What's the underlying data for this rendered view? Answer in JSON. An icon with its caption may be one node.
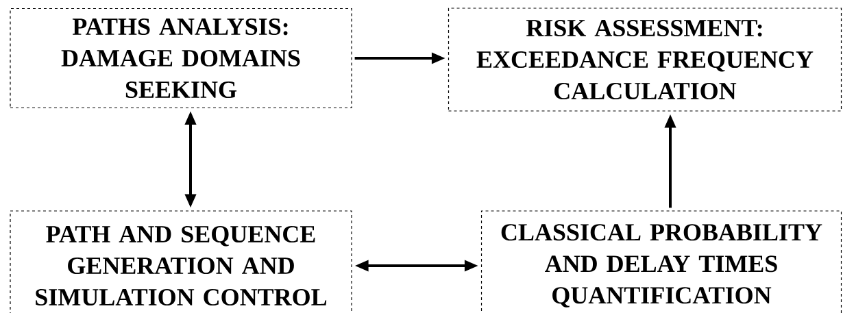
{
  "diagram": {
    "nodes": [
      {
        "text": [
          "PATHS ANALYSIS: DAMAGE DOMAINS SEEKING"
        ]
      },
      {
        "text": [
          "RISK ASSESSMENT: EXCEEDANCE FREQUENCY CALCULATION"
        ]
      },
      {
        "text": [
          "PATH AND SEQUENCE GENERATION AND SIMULATION CONTROL"
        ]
      },
      {
        "text": [
          "CLASSICAL PROBABILITY AND DELAY TIMES QUANTIFICATION"
        ]
      }
    ],
    "edges": [
      {
        "from": 0,
        "to": 1,
        "arrow": "to"
      },
      {
        "from": 0,
        "to": 2,
        "arrow": "both"
      },
      {
        "from": 2,
        "to": 3,
        "arrow": "both"
      },
      {
        "from": 3,
        "to": 1,
        "arrow": "to"
      }
    ]
  }
}
